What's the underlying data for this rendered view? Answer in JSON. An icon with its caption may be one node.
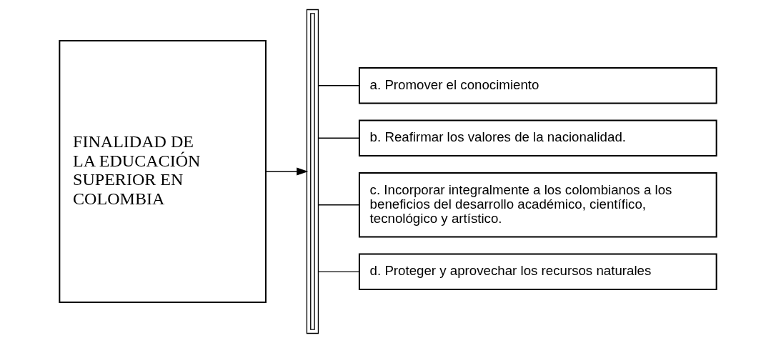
{
  "diagram": {
    "nodes": [
      {
        "text": [
          "FINALIDAD DE LA EDUCACIÓN SUPERIOR EN COLOMBIA"
        ]
      },
      {
        "text": [],
        "shape": "bar"
      },
      {
        "text": [
          "a. Promover el conocimiento"
        ]
      },
      {
        "text": [
          "b. Reafirmar los valores de la nacionalidad."
        ]
      },
      {
        "text": [
          "c. Incorporar integralmente a los colombianos a los beneficios del desarrollo académico, científico, tecnológico y artístico."
        ]
      },
      {
        "text": [
          "d. Proteger y aprovechar los recursos naturales"
        ]
      }
    ],
    "edges": [
      {
        "from": 0,
        "to": 1,
        "arrow": "to"
      },
      {
        "from": 1,
        "to": 2,
        "arrow": "none"
      },
      {
        "from": 1,
        "to": 3,
        "arrow": "none"
      },
      {
        "from": 1,
        "to": 4,
        "arrow": "none"
      },
      {
        "from": 1,
        "to": 5,
        "arrow": "none"
      }
    ]
  }
}
